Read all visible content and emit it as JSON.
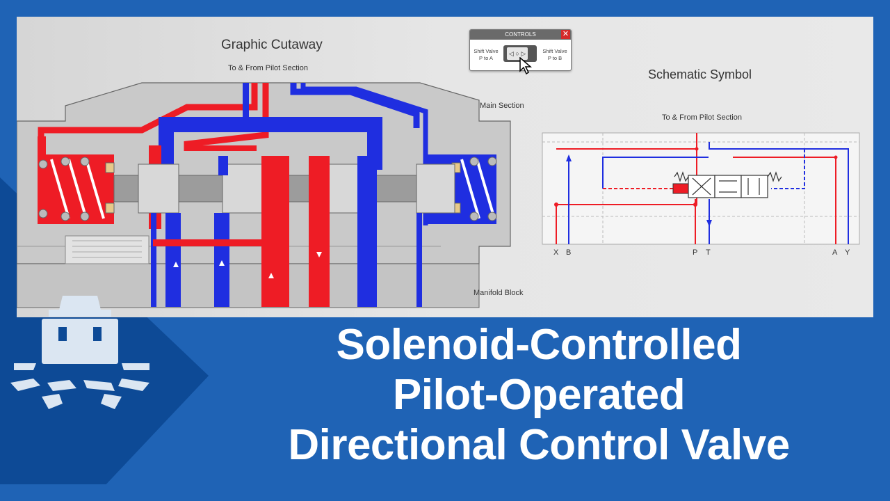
{
  "cutaway": {
    "title": "Graphic Cutaway",
    "pilot_label": "To & From Pilot Section",
    "main_section_label": "Main Section",
    "manifold_label": "Manifold Block"
  },
  "schematic": {
    "title": "Schematic Symbol",
    "pilot_label": "To & From Pilot Section",
    "ports": [
      "X",
      "B",
      "P",
      "T",
      "A",
      "Y"
    ]
  },
  "controls": {
    "title": "CONTROLS",
    "close_glyph": "✕",
    "left_label": "Shift Valve P to A",
    "right_label": "Shift Valve P to B",
    "switch_glyph": "◁ ○ ▷"
  },
  "headline": {
    "line1": "Solenoid-Controlled",
    "line2": "Pilot-Operated",
    "line3": "Directional Control Valve"
  },
  "colors": {
    "pressure": "#ee1c25",
    "tank": "#1f2ee0",
    "frame": "#1f63b5",
    "banner": "#0d4a96"
  }
}
